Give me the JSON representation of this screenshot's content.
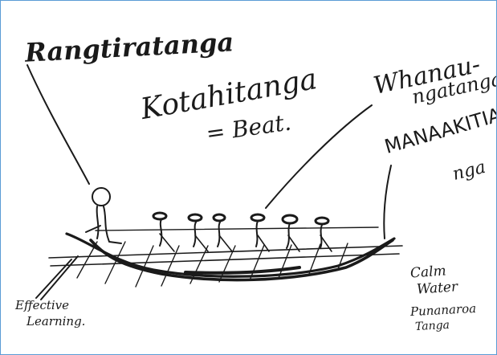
{
  "labels": {
    "top_left": "Rangtiratanga",
    "center_title": "Kotahitanga",
    "center_subtitle": "= Beat.",
    "whanau_line1": "Whanau-",
    "whanau_line2": "ngatanga",
    "manaaki_line1": "MANAAKITIA",
    "manaaki_line2": "nga",
    "effective_line1": "Effective",
    "effective_line2": "Learning.",
    "calm_line1": "Calm",
    "calm_line2": "Water",
    "puna_line1": "Punanaroa",
    "puna_line2": "Tanga"
  }
}
